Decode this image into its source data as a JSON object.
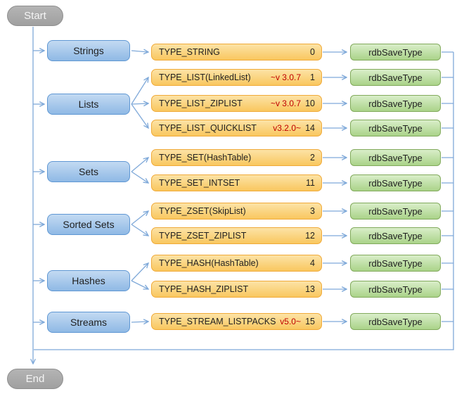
{
  "diagram": {
    "start_label": "Start",
    "end_label": "End",
    "save_label": "rdbSaveType",
    "categories": [
      {
        "label": "Strings",
        "rows": [
          0
        ]
      },
      {
        "label": "Lists",
        "rows": [
          1,
          2,
          3
        ]
      },
      {
        "label": "Sets",
        "rows": [
          4,
          5
        ]
      },
      {
        "label": "Sorted Sets",
        "rows": [
          6,
          7
        ]
      },
      {
        "label": "Hashes",
        "rows": [
          8,
          9
        ]
      },
      {
        "label": "Streams",
        "rows": [
          10
        ]
      }
    ],
    "types": [
      {
        "label": "TYPE_STRING",
        "version": "",
        "num": "0"
      },
      {
        "label": "TYPE_LIST(LinkedList)",
        "version": "~v 3.0.7",
        "num": "1"
      },
      {
        "label": "TYPE_LIST_ZIPLIST",
        "version": "~v 3.0.7",
        "num": "10"
      },
      {
        "label": "TYPE_LIST_QUICKLIST",
        "version": "v3.2.0~",
        "num": "14"
      },
      {
        "label": "TYPE_SET(HashTable)",
        "version": "",
        "num": "2"
      },
      {
        "label": "TYPE_SET_INTSET",
        "version": "",
        "num": "11"
      },
      {
        "label": "TYPE_ZSET(SkipList)",
        "version": "",
        "num": "3"
      },
      {
        "label": "TYPE_ZSET_ZIPLIST",
        "version": "",
        "num": "12"
      },
      {
        "label": "TYPE_HASH(HashTable)",
        "version": "",
        "num": "4"
      },
      {
        "label": "TYPE_HASH_ZIPLIST",
        "version": "",
        "num": "13"
      },
      {
        "label": "TYPE_STREAM_LISTPACKS",
        "version": "v5.0~",
        "num": "15"
      }
    ],
    "colors": {
      "connector": "#7fa9d9",
      "category_fill_top": "#c3daf2",
      "category_fill_bottom": "#8fb9e5",
      "category_border": "#5f97d3",
      "type_fill_top": "#fce3a6",
      "type_fill_bottom": "#f9c75f",
      "type_border": "#f0aa39",
      "save_fill_top": "#d9eec9",
      "save_fill_bottom": "#aad389",
      "save_border": "#82aa5c",
      "terminal_fill_top": "#b4b4b4",
      "terminal_fill_bottom": "#a0a0a0",
      "terminal_border": "#8f8f8f",
      "terminal_text": "#f5f5f5",
      "version_text": "#c00000",
      "label_text": "#1f1f1f"
    }
  }
}
